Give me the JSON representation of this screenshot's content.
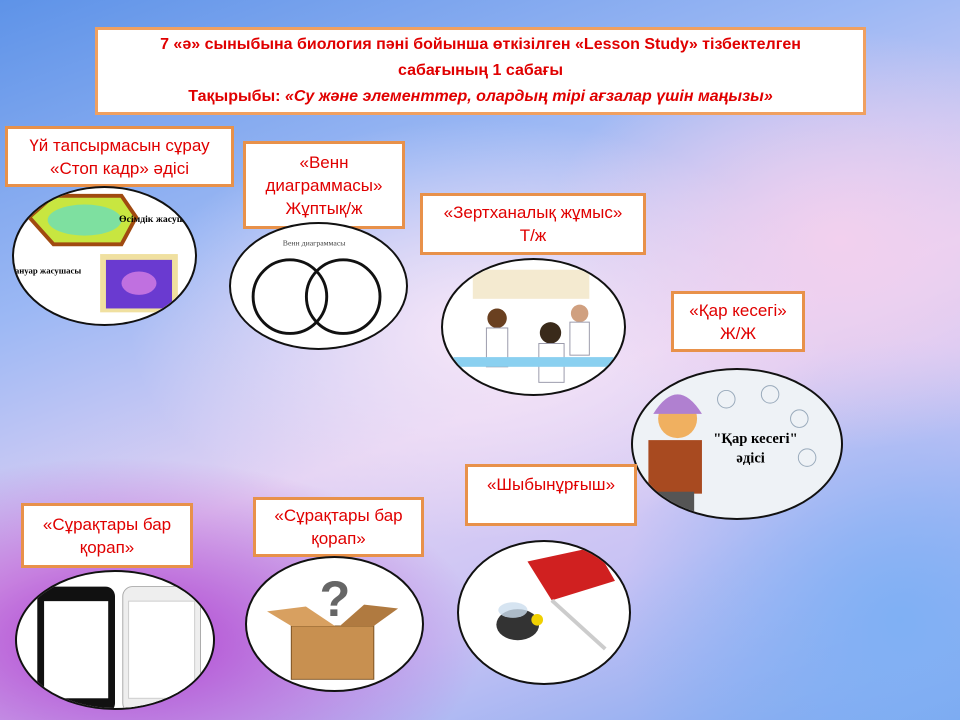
{
  "title": {
    "line1": "7 «ә» сыныбына биология пәні бойынша өткізілген «Lesson Study» тізбектелген",
    "line2": "сабағының 1 сабағы",
    "topic_label": "Тақырыбы:",
    "topic": "«Су және элементтер, олардың тірі ағзалар үшін маңызы»"
  },
  "cards": [
    {
      "line1": "Үй тапсырмасын сұрау",
      "line2": "«Стоп кадр» әдісі"
    },
    {
      "line1": "«Венн",
      "line2": "диаграммасы»",
      "line3": "Жұптық/ж"
    },
    {
      "line1": "«Зертханалық жұмыс»",
      "line2": "Т/ж"
    },
    {
      "line1": "«Қар кесегі»",
      "line2": "Ж/Ж"
    },
    {
      "line1": "«Шыбынұрғыш»"
    },
    {
      "line1": "«Сұрақтары бар",
      "line2": "қорап»"
    },
    {
      "line1": "«Сұрақтары бар",
      "line2": "қорап»"
    }
  ],
  "images": {
    "cell_plant": "Өсімдік жасушасы",
    "cell_animal": "Жануар жасушасы",
    "venn": "Венн диаграммасы",
    "snowball": "\"Қар кесегі\"",
    "snowball2": "әдісі"
  }
}
